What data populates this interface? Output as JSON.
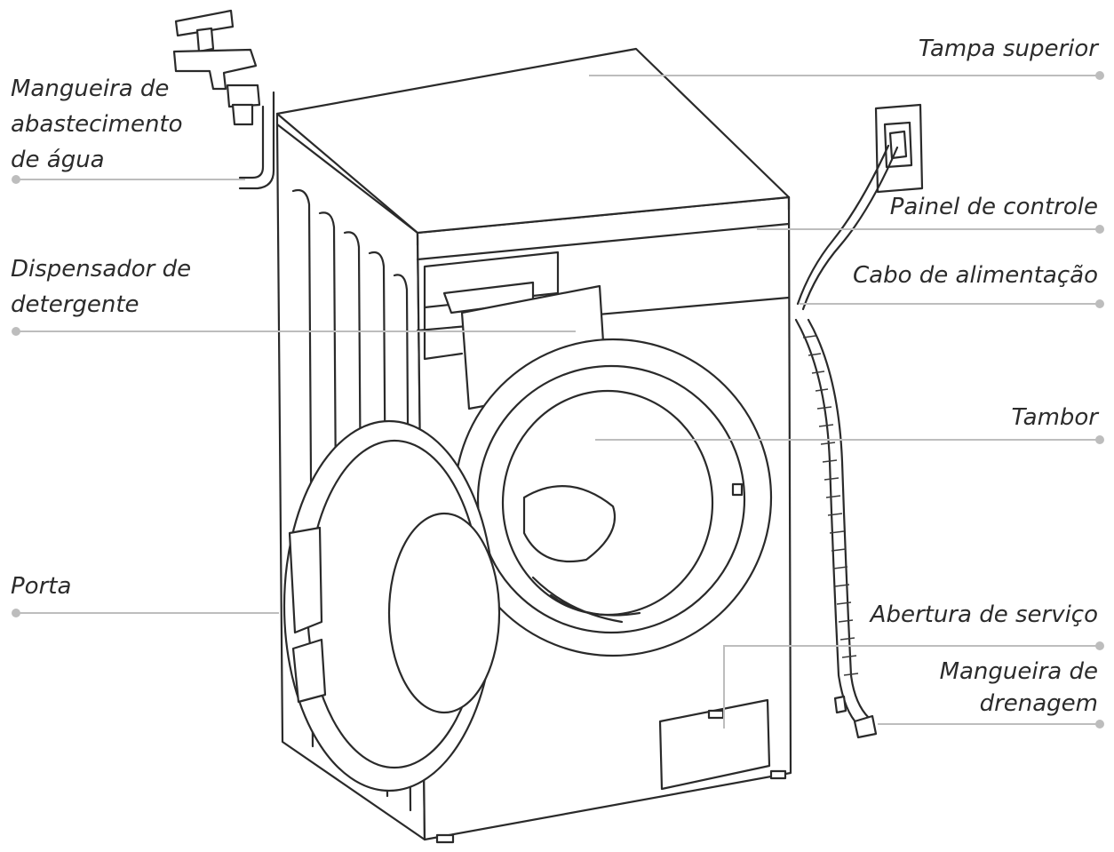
{
  "labels": {
    "water_hose": [
      "Mangueira de",
      "abastecimento",
      "de água"
    ],
    "detergent_dispenser": [
      "Dispensador de",
      "detergente"
    ],
    "door": [
      "Porta"
    ],
    "top_cover": [
      "Tampa superior"
    ],
    "control_panel": [
      "Painel de controle"
    ],
    "power_cable": [
      "Cabo de alimentação"
    ],
    "drum": [
      "Tambor"
    ],
    "service_opening": [
      "Abertura de serviço"
    ],
    "drain_hose": [
      "Mangueira de",
      "drenagem"
    ]
  },
  "colors": {
    "leader_line": "#bdbdbd",
    "outline": "#2a2a2a",
    "text": "#2b2b2b"
  }
}
